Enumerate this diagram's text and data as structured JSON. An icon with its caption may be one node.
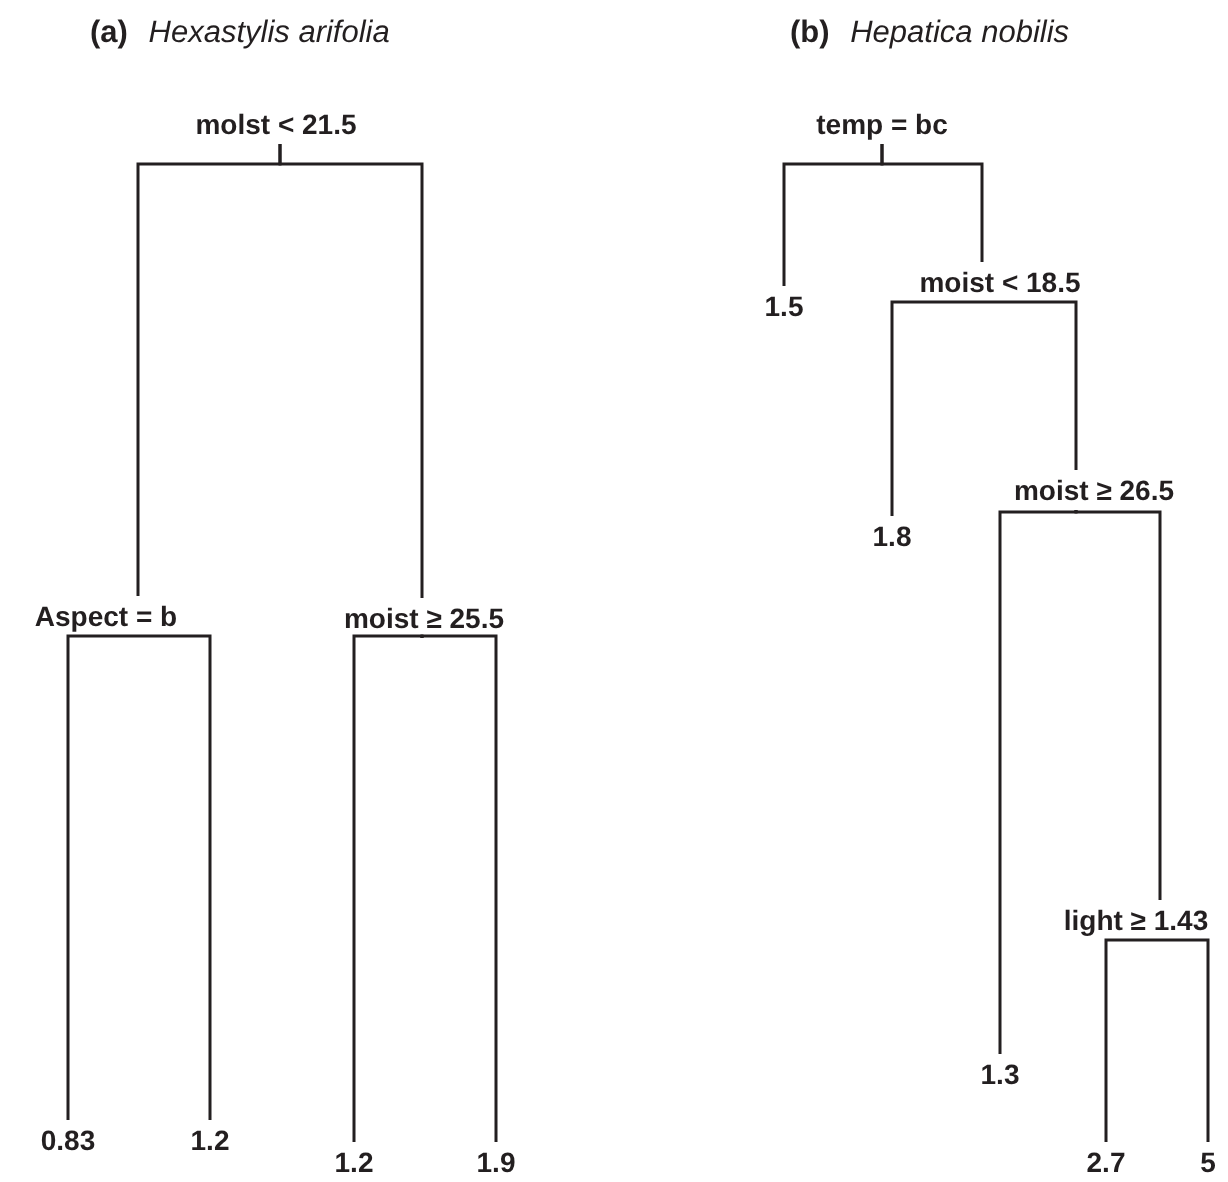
{
  "diagram": {
    "nodes": [
      {
        "text": [
          "molst < 21.5"
        ]
      },
      {
        "text": [
          "Aspect = b"
        ]
      },
      {
        "text": [
          "moist ≥ 25.5"
        ]
      },
      {
        "text": [
          "0.83"
        ]
      },
      {
        "text": [
          "1.2"
        ]
      },
      {
        "text": [
          "1.2"
        ]
      },
      {
        "text": [
          "1.9"
        ]
      },
      {
        "text": [
          "temp = bc"
        ]
      },
      {
        "text": [
          "1.5"
        ]
      },
      {
        "text": [
          "moist < 18.5"
        ]
      },
      {
        "text": [
          "1.8"
        ]
      },
      {
        "text": [
          "moist ≥ 26.5"
        ]
      },
      {
        "text": [
          "1.3"
        ]
      },
      {
        "text": [
          "light ≥ 1.43"
        ]
      },
      {
        "text": [
          "2.7"
        ]
      },
      {
        "text": [
          "5"
        ]
      }
    ],
    "edges": [
      {
        "from": 0,
        "to": 1,
        "arrow": "none"
      },
      {
        "from": 0,
        "to": 2,
        "arrow": "none"
      },
      {
        "from": 1,
        "to": 3,
        "arrow": "none"
      },
      {
        "from": 1,
        "to": 4,
        "arrow": "none"
      },
      {
        "from": 2,
        "to": 5,
        "arrow": "none"
      },
      {
        "from": 2,
        "to": 6,
        "arrow": "none"
      },
      {
        "from": 7,
        "to": 8,
        "arrow": "none"
      },
      {
        "from": 7,
        "to": 9,
        "arrow": "none"
      },
      {
        "from": 9,
        "to": 10,
        "arrow": "none"
      },
      {
        "from": 9,
        "to": 11,
        "arrow": "none"
      },
      {
        "from": 11,
        "to": 12,
        "arrow": "none"
      },
      {
        "from": 11,
        "to": 13,
        "arrow": "none"
      },
      {
        "from": 13,
        "to": 14,
        "arrow": "none"
      },
      {
        "from": 13,
        "to": 15,
        "arrow": "none"
      }
    ],
    "labels": [
      "**(a)** *Hexastylis arifolia*",
      "**(b)** *Hepatica nobilis*"
    ]
  }
}
